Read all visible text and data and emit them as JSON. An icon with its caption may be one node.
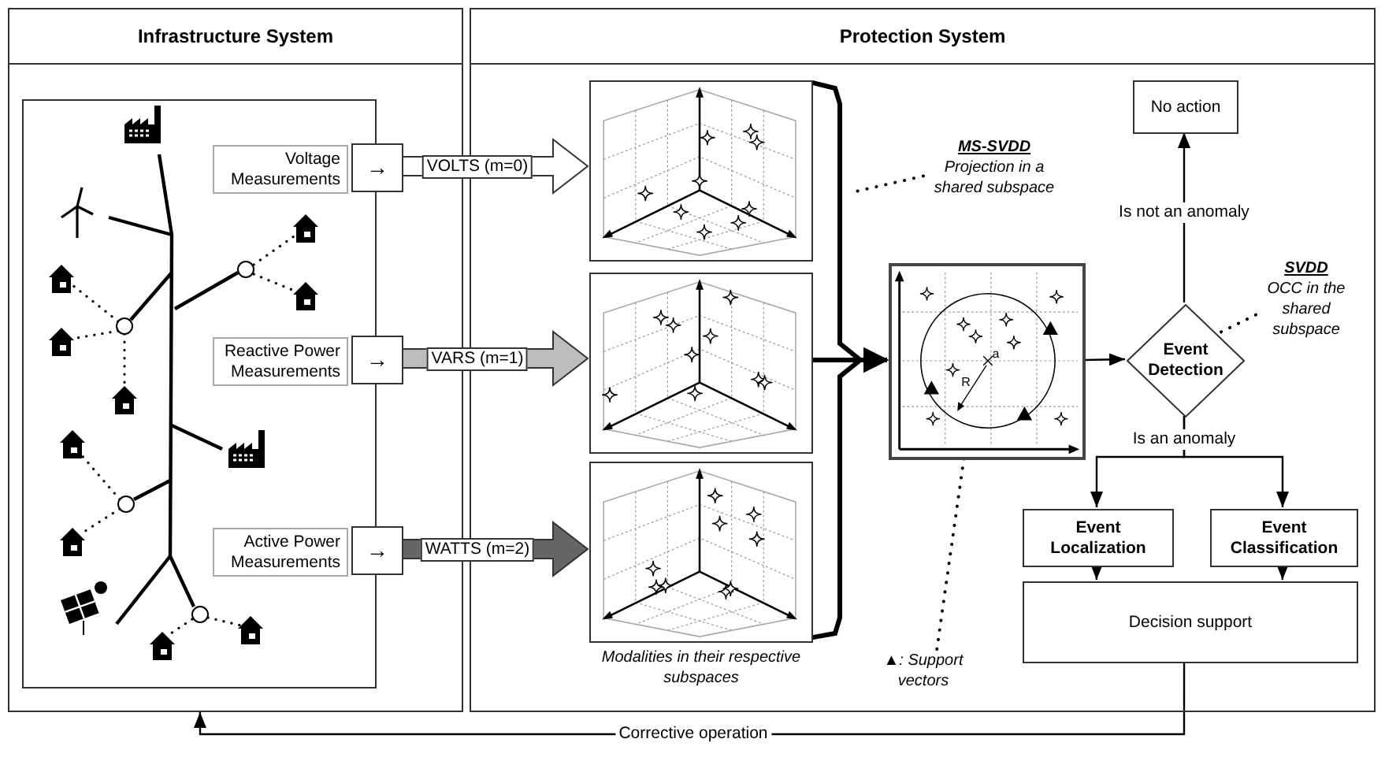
{
  "diagram": {
    "nodes": [
      {
        "text": [
          "Infrastructure System"
        ]
      },
      {
        "text": [],
        "shape": "box",
        "in": 0
      },
      {
        "text": [
          "Voltage Measurements"
        ],
        "in": 1
      },
      {
        "text": [
          "Reactive Power Measurements"
        ],
        "in": 1
      },
      {
        "text": [
          "Active Power Measurements"
        ],
        "in": 1
      },
      {
        "text": [
          "→"
        ],
        "in": 0
      },
      {
        "text": [
          "→"
        ],
        "in": 0
      },
      {
        "text": [
          "→"
        ],
        "in": 0
      },
      {
        "text": [
          "Protection System"
        ]
      },
      {
        "text": [],
        "shape": "picture",
        "in": 8
      },
      {
        "text": [],
        "shape": "picture",
        "in": 8
      },
      {
        "text": [],
        "shape": "picture",
        "in": 8,
        "beside": [
          "Modalities in their respective subspaces"
        ]
      },
      {
        "text": [],
        "shape": "picture",
        "in": 8
      },
      {
        "text": [
          "MS-SVDD",
          "Projection in a shared subspace"
        ],
        "in": 8
      },
      {
        "text": [
          "No action"
        ],
        "in": 8
      },
      {
        "text": [
          "Event Detection"
        ],
        "in": 8
      },
      {
        "text": [
          "SVDD",
          "OCC in the shared subspace"
        ],
        "in": 8
      },
      {
        "text": [
          "Event Localization"
        ],
        "in": 8
      },
      {
        "text": [
          "Event Classification"
        ],
        "in": 8
      },
      {
        "text": [
          "Decision support"
        ],
        "in": 8
      },
      {
        "text": [
          "▲: Support vectors"
        ],
        "in": 8
      }
    ],
    "edges": [
      {
        "from": 5,
        "to": 9,
        "arrow": "to",
        "label": "VOLTS (m=0)",
        "style": "thick",
        "color": "#ffffff"
      },
      {
        "from": 6,
        "to": 10,
        "arrow": "to",
        "label": "VARS (m=1)",
        "style": "thick",
        "color": "#bdbdbd"
      },
      {
        "from": 7,
        "to": 11,
        "arrow": "to",
        "label": "WATTS (m=2)",
        "style": "thick",
        "color": "#666666"
      },
      {
        "from": 9,
        "to": 12,
        "arrow": "to",
        "style": "thick"
      },
      {
        "from": 10,
        "to": 12,
        "arrow": "to",
        "style": "thick"
      },
      {
        "from": 11,
        "to": 12,
        "arrow": "to",
        "style": "thick"
      },
      {
        "from": 13,
        "to": null,
        "arrow": "none",
        "style": "dashed"
      },
      {
        "from": 12,
        "to": 15,
        "arrow": "to"
      },
      {
        "from": 15,
        "to": 14,
        "arrow": "to",
        "label": "Is not an anomaly"
      },
      {
        "from": 15,
        "to": 17,
        "arrow": "to",
        "label": "Is an anomaly"
      },
      {
        "from": 15,
        "to": 18,
        "arrow": "to"
      },
      {
        "from": 17,
        "to": 19,
        "arrow": "to"
      },
      {
        "from": 18,
        "to": 19,
        "arrow": "to"
      },
      {
        "from": 19,
        "to": 0,
        "arrow": "to",
        "label": "Corrective operation"
      },
      {
        "from": 16,
        "to": 15,
        "arrow": "none",
        "style": "dashed"
      },
      {
        "from": 20,
        "to": 12,
        "arrow": "none",
        "style": "dashed"
      }
    ],
    "labels": [
      "a",
      "R"
    ]
  }
}
